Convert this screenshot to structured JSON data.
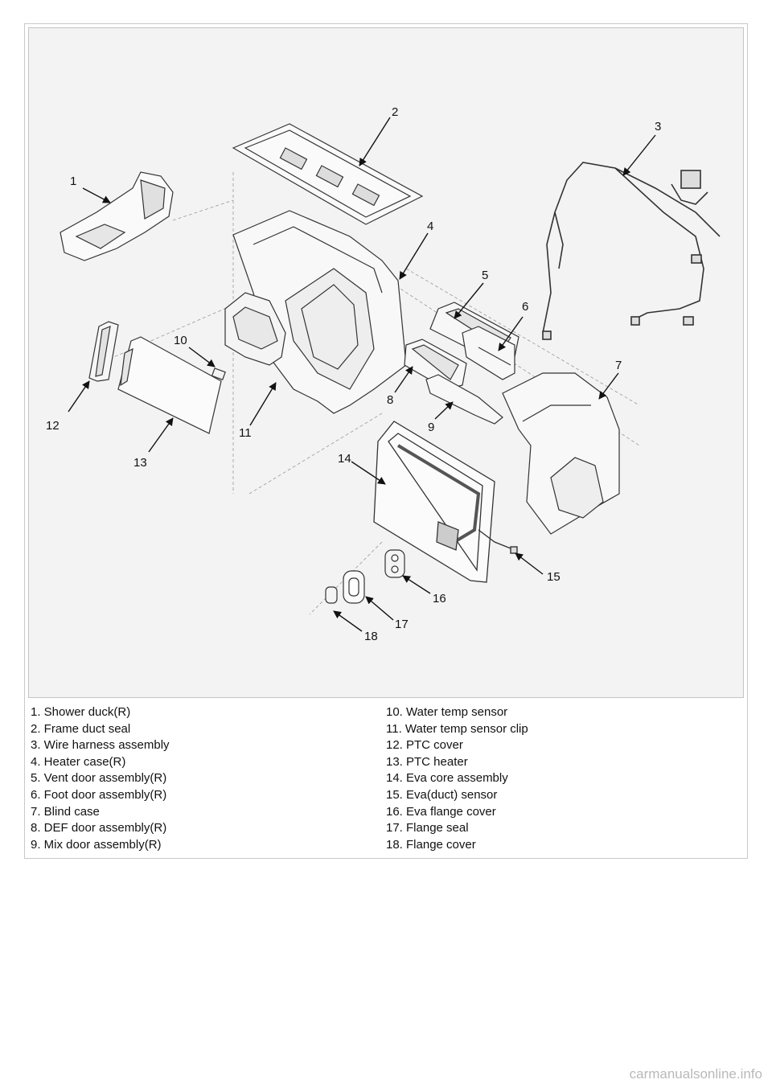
{
  "callouts": [
    "1",
    "2",
    "3",
    "4",
    "5",
    "6",
    "7",
    "8",
    "9",
    "10",
    "11",
    "12",
    "13",
    "14",
    "15",
    "16",
    "17",
    "18"
  ],
  "legend": {
    "left": [
      "1. Shower duck(R)",
      "2. Frame duct seal",
      "3. Wire harness assembly",
      "4. Heater case(R)",
      "5. Vent door assembly(R)",
      "6. Foot door assembly(R)",
      "7. Blind case",
      "8. DEF door assembly(R)",
      "9. Mix door assembly(R)"
    ],
    "right": [
      "10. Water temp sensor",
      "11. Water temp sensor clip",
      "12. PTC cover",
      "13. PTC heater",
      "14. Eva core assembly",
      "15. Eva(duct) sensor",
      "16. Eva flange cover",
      "17. Flange seal",
      "18. Flange cover"
    ]
  },
  "watermark": "carmanualsonline.info"
}
